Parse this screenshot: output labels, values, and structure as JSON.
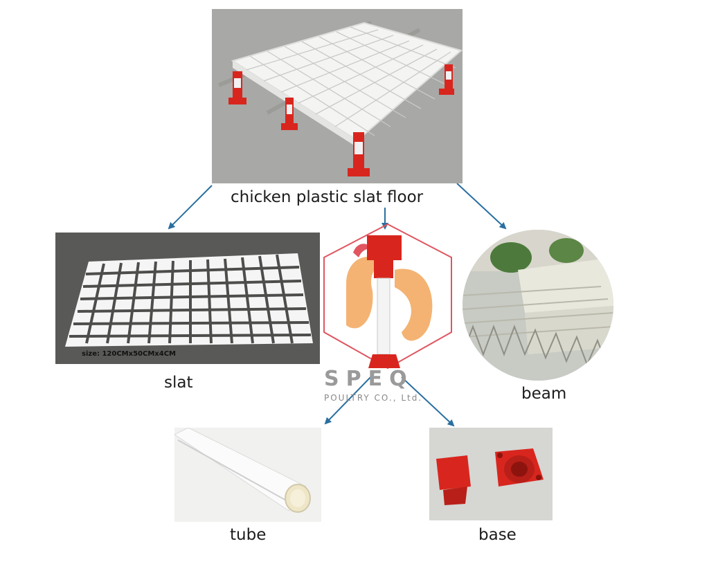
{
  "diagram": {
    "main_label": "chicken plastic slat floor",
    "components": {
      "slat": {
        "label": "slat",
        "size_caption": "size: 120CMx50CMx4CM"
      },
      "beam": {
        "label": "beam"
      },
      "tube": {
        "label": "tube"
      },
      "base": {
        "label": "base"
      }
    },
    "logo": {
      "brand": "SPEQ",
      "subtitle": "POULTRY CO., Ltd."
    },
    "colors": {
      "arrow": "#2a6fa0",
      "accent_red": "#d8261e",
      "logo_orange": "#f2a65a"
    }
  }
}
